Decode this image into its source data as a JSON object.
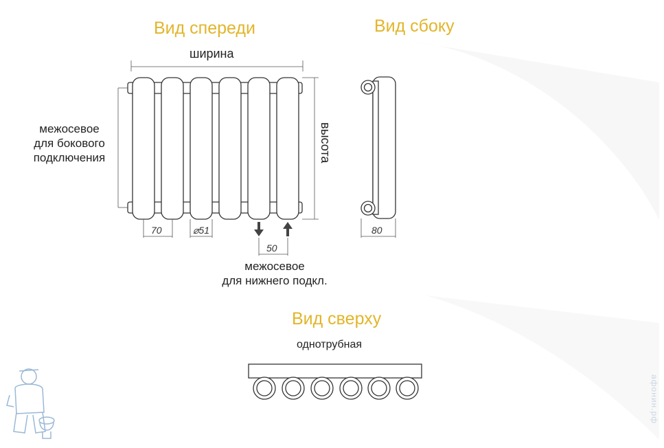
{
  "views": {
    "front": {
      "title": "Вид спереди",
      "width_label": "ширина",
      "height_label": "высота",
      "side_connection_label": [
        "межосевое",
        "для бокового",
        "подключения"
      ],
      "section_width": "70",
      "diameter": "⌀51",
      "bottom_spacing": "50",
      "bottom_connection_label": [
        "межосевое",
        "для нижнего подкл."
      ]
    },
    "side": {
      "title": "Вид сбоку",
      "depth": "80"
    },
    "top": {
      "title": "Вид сверху",
      "subtitle": "однотрубная"
    }
  },
  "watermark": "афонин.рф",
  "colors": {
    "title": "#e2b52a",
    "line": "#333333",
    "mascot": "#9ab8d6"
  },
  "icons": [
    "mascot-plumber-icon",
    "arrow-down-icon",
    "arrow-up-icon"
  ]
}
